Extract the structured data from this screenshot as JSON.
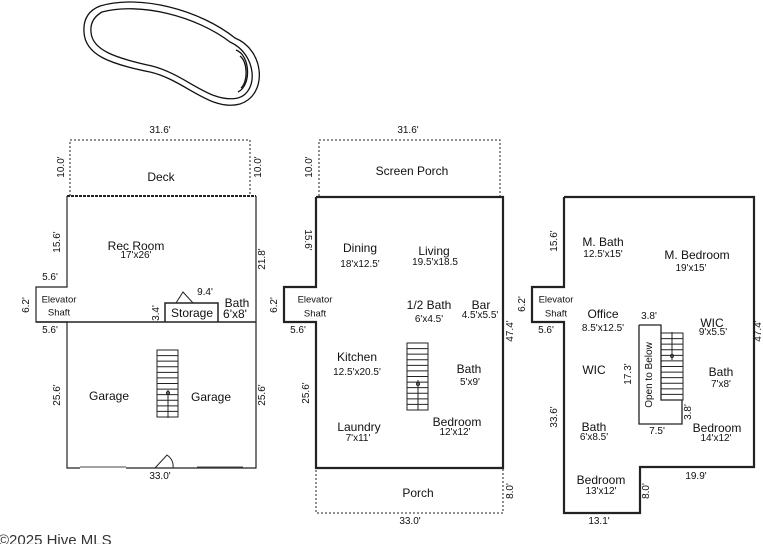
{
  "watermark": "©2025 Hive MLS",
  "floor1": {
    "deck": {
      "label": "Deck",
      "width": "31.6'",
      "depth_left": "10.0'",
      "depth_right": "10.0'"
    },
    "rec_room": {
      "label": "Rec Room",
      "size": "17'x26'"
    },
    "elevator": {
      "line1": "Elevator",
      "line2": "Shaft"
    },
    "storage": {
      "label": "Storage"
    },
    "bath": {
      "label": "Bath",
      "size": "6'x8'"
    },
    "garage_left": {
      "label": "Garage"
    },
    "garage_right": {
      "label": "Garage"
    },
    "dims": {
      "left_upper": "15.6'",
      "bump_top": "5.6'",
      "bump_height": "6.2'",
      "bump_bottom": "5.6'",
      "storage_width": "9.4'",
      "storage_height": "3.4'",
      "right_upper": "21.8'",
      "left_lower": "25.6'",
      "right_lower": "25.6'",
      "bottom": "33.0'"
    }
  },
  "floor2": {
    "screen_porch": {
      "label": "Screen Porch",
      "width": "31.6'",
      "depth": "10.0'"
    },
    "dining": {
      "label": "Dining",
      "size": "18'x12.5'"
    },
    "living": {
      "label": "Living",
      "size": "19.5'x18.5"
    },
    "elevator": {
      "line1": "Elevator",
      "line2": "Shaft"
    },
    "half_bath": {
      "label": "1/2 Bath",
      "size": "6'x4.5'"
    },
    "bar": {
      "label": "Bar",
      "size": "4.5'x5.5'"
    },
    "kitchen": {
      "label": "Kitchen",
      "size": "12.5'x20.5'"
    },
    "bath": {
      "label": "Bath",
      "size": "5'x9'"
    },
    "laundry": {
      "label": "Laundry",
      "size": "7'x11'"
    },
    "bedroom": {
      "label": "Bedroom",
      "size": "12'x12'"
    },
    "porch": {
      "label": "Porch",
      "width": "33.0'",
      "depth": "8.0'"
    },
    "dims": {
      "left_upper": "15.6'",
      "bump_height": "6.2'",
      "bump_bottom": "5.6'",
      "left_lower": "25.6'",
      "right": "47.4'"
    }
  },
  "floor3": {
    "m_bath": {
      "label": "M. Bath",
      "size": "12.5'x15'"
    },
    "m_bedroom": {
      "label": "M. Bedroom",
      "size": "19'x15'"
    },
    "elevator": {
      "line1": "Elevator",
      "line2": "Shaft"
    },
    "office": {
      "label": "Office",
      "size": "8.5'x12.5'"
    },
    "wic_right": {
      "label": "WIC",
      "size": "9'x5.5'"
    },
    "wic_left": {
      "label": "WIC"
    },
    "open_to_below": {
      "label": "Open to Below"
    },
    "bath_right": {
      "label": "Bath",
      "size": "7'x8'"
    },
    "bath_left": {
      "label": "Bath",
      "size": "6'x8.5'"
    },
    "bedroom_right": {
      "label": "Bedroom",
      "size": "14'x12'"
    },
    "bedroom_bottom": {
      "label": "Bedroom",
      "size": "13'x12'"
    },
    "dims": {
      "left_upper": "15.6'",
      "bump_height": "6.2'",
      "bump_bottom": "5.6'",
      "left_lower": "33.6'",
      "right": "47.4'",
      "open_top": "3.8'",
      "open_height": "17.3'",
      "open_notch": "3.8'",
      "open_bottom": "7.5'",
      "step_width": "19.9'",
      "step_height": "8.0'",
      "bottom": "13.1'"
    }
  }
}
